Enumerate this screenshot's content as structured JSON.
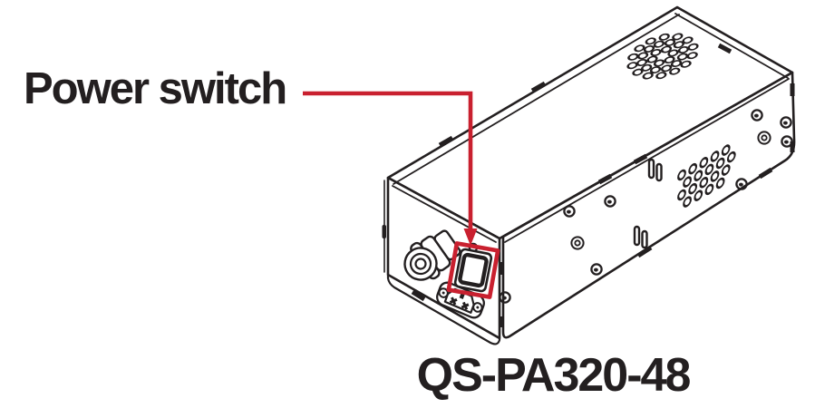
{
  "callout": {
    "label": "Power switch",
    "color": "#c9202f",
    "target": "power-switch"
  },
  "device": {
    "model": "QS-PA320-48",
    "ink_color": "#231f20",
    "background_color": "#ffffff",
    "panels": {
      "top_panel": [
        "fan-vent-holes"
      ],
      "side_panel": [
        "vent-holes",
        "screws",
        "mounting-slots",
        "edge-tabs"
      ],
      "front_panel": [
        "cable-gland",
        "power-switch",
        "iec-power-inlet",
        "indicator-hole"
      ]
    }
  }
}
